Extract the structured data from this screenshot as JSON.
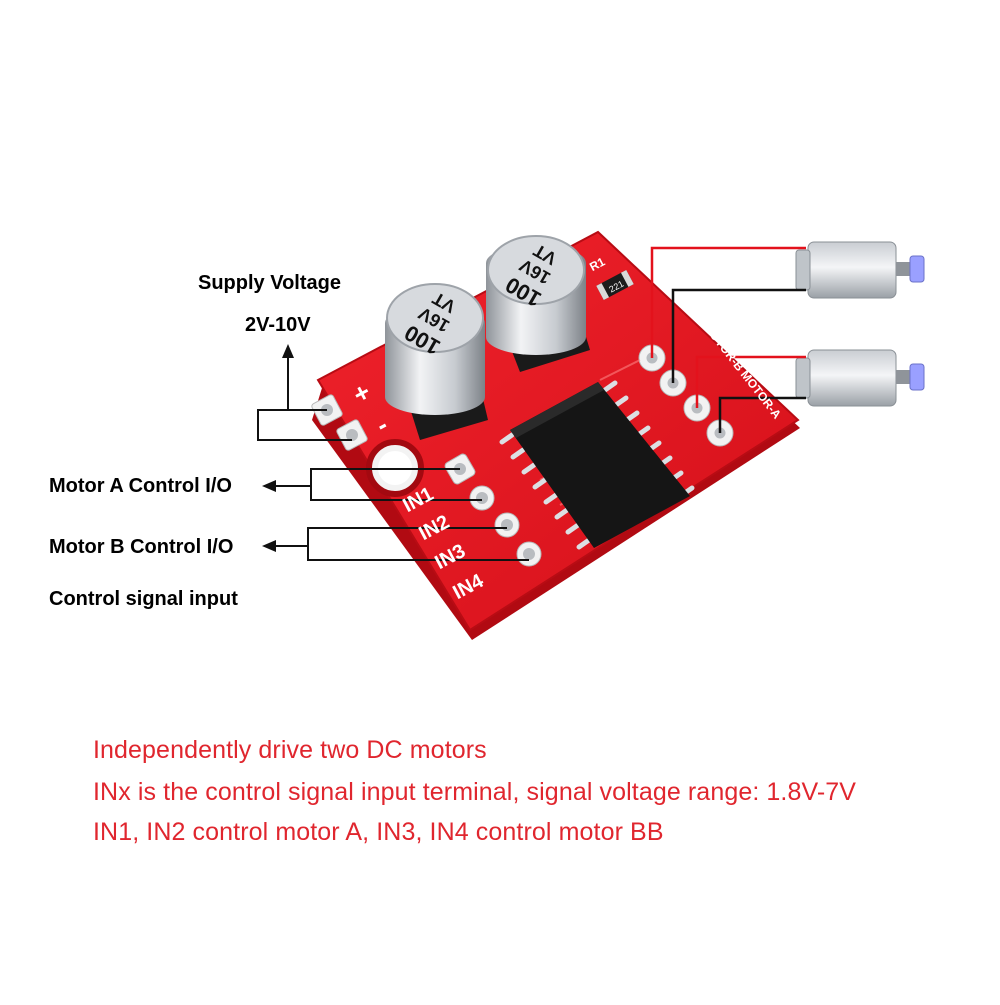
{
  "labels": {
    "supply_voltage": "Supply Voltage",
    "supply_range": "2V-10V",
    "motor_a_io": "Motor A Control I/O",
    "motor_b_io": "Motor B Control I/O",
    "control_input": "Control signal input"
  },
  "board": {
    "plus": "+",
    "minus": "-",
    "cap_value": "100",
    "cap_voltage": "16V",
    "cap_series": "VT",
    "resistor_ref": "R1",
    "resistor_code": "221",
    "inputs": [
      "IN1",
      "IN2",
      "IN3",
      "IN4"
    ],
    "board_name": "MOTOR-B MOTOR-A"
  },
  "notes": [
    "Independently drive two DC motors",
    "INx is the control signal input terminal, signal voltage range: 1.8V-7V",
    "IN1, IN2 control motor A, IN3, IN4 control motor BB"
  ],
  "colors": {
    "board": "#e3121c",
    "note_text": "#e0262e",
    "wire_red": "#e3121c",
    "wire_black": "#111111"
  }
}
